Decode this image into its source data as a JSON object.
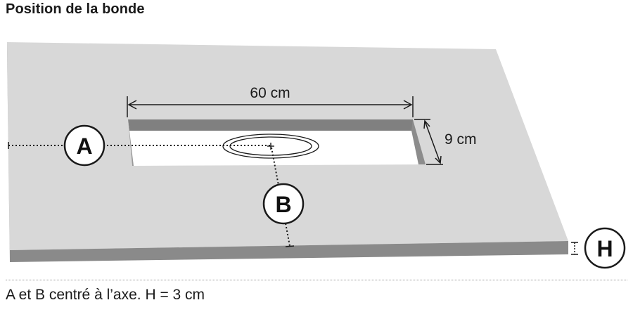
{
  "title": "Position de la bonde",
  "dimensions": {
    "width_label": "60 cm",
    "depth_label": "9 cm"
  },
  "markers": {
    "a": "A",
    "b": "B",
    "h": "H"
  },
  "note": "A et B centré à l’axe. H = 3 cm",
  "colors": {
    "slab_top": "#d8d8d8",
    "slab_front": "#8a8a8a",
    "slab_side": "#a3a3a3",
    "cutout": "#ffffff",
    "cutout_wall": "#7a7a7a",
    "line": "#1a1a1a"
  }
}
